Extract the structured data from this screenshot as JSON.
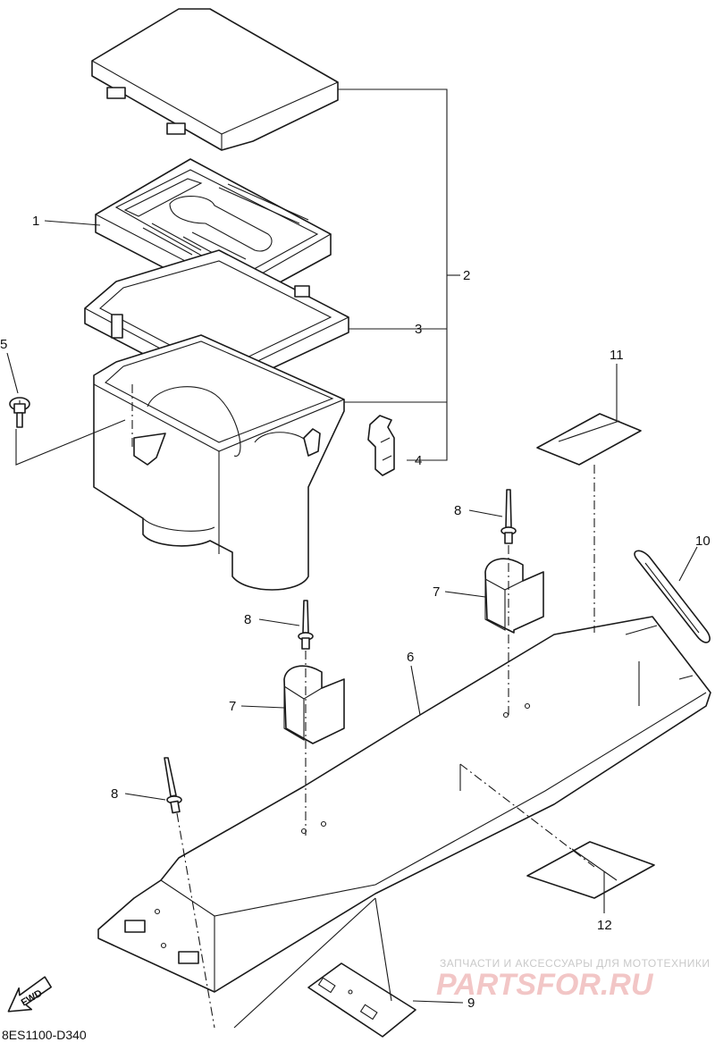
{
  "diagram": {
    "callouts": {
      "c1": "1",
      "c2": "2",
      "c3": "3",
      "c4": "4",
      "c5": "5",
      "c6": "6",
      "c7a": "7",
      "c7b": "7",
      "c8a": "8",
      "c8b": "8",
      "c8c": "8",
      "c9": "9",
      "c10": "10",
      "c11": "11",
      "c12": "12"
    },
    "fwd_label": "FWD",
    "drawing_code": "8ES1100-D340"
  },
  "watermark": {
    "line1": "ЗАПЧАСТИ И АКСЕССУАРЫ ДЛЯ МОТОТЕХНИКИ",
    "logo": "PARTSFOR.RU"
  }
}
